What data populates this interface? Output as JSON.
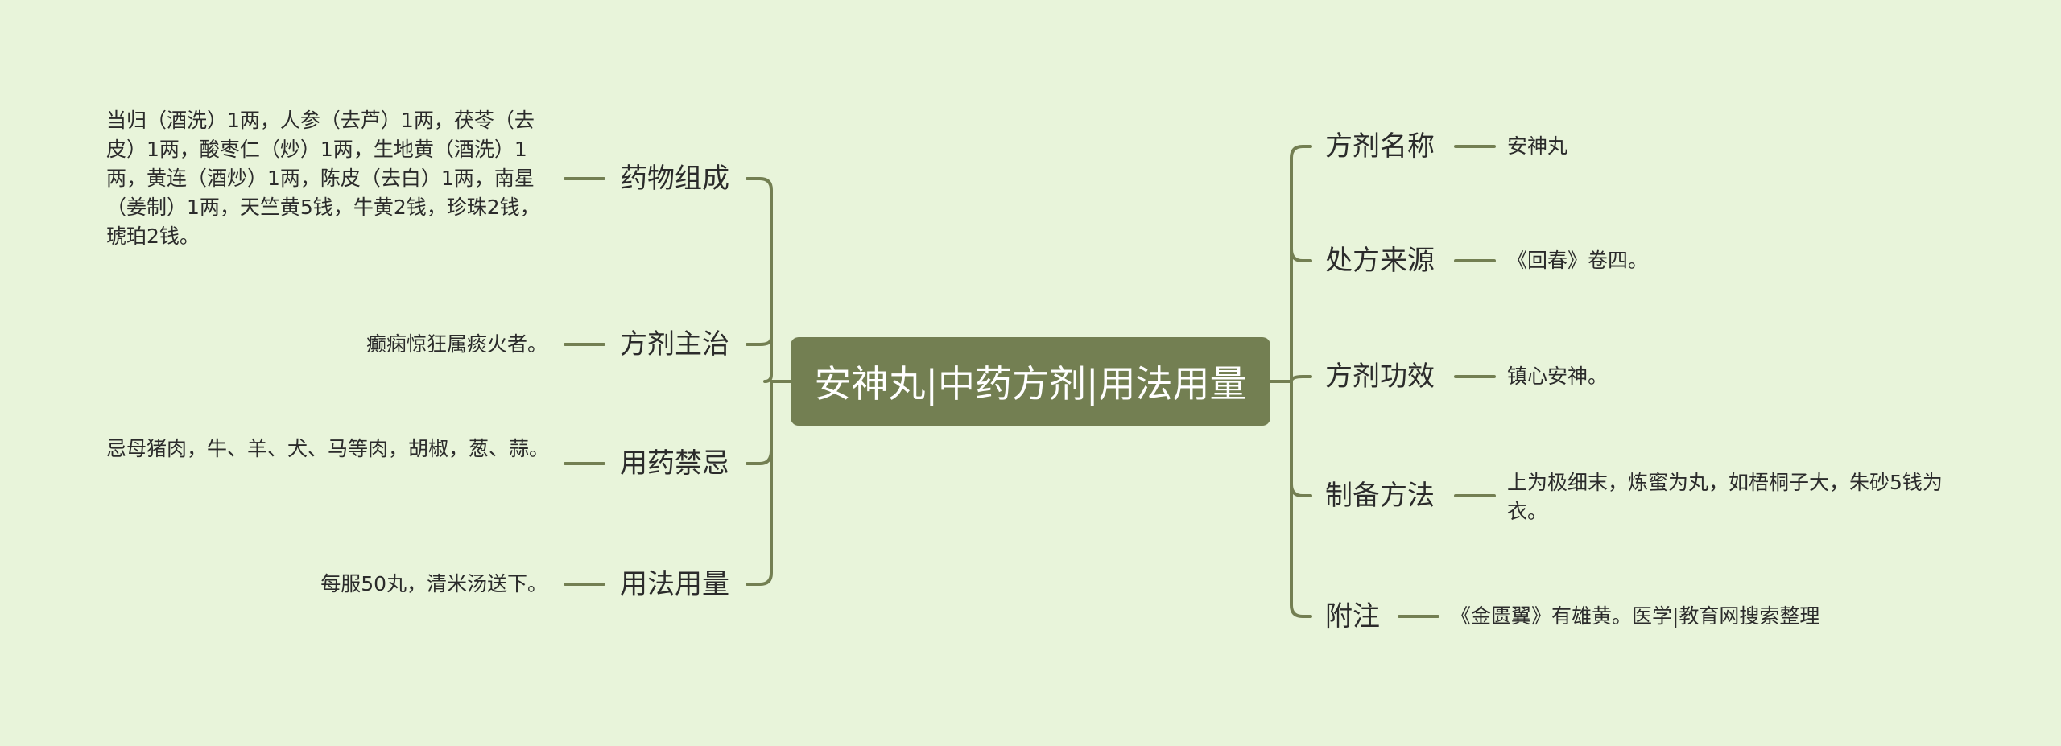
{
  "root": {
    "title": "安神丸|中药方剂|用法用量"
  },
  "left_branches": [
    {
      "label": "药物组成",
      "text": "当归（酒洗）1两，人参（去芦）1两，茯苓（去皮）1两，酸枣仁（炒）1两，生地黄（酒洗）1两，黄连（酒炒）1两，陈皮（去白）1两，南星（姜制）1两，天竺黄5钱，牛黄2钱，珍珠2钱，琥珀2钱。"
    },
    {
      "label": "方剂主治",
      "text": "癫痫惊狂属痰火者。"
    },
    {
      "label": "用药禁忌",
      "text": "忌母猪肉，牛、羊、犬、马等肉，胡椒，葱、蒜。"
    },
    {
      "label": "用法用量",
      "text": "每服50丸，清米汤送下。"
    }
  ],
  "right_branches": [
    {
      "label": "方剂名称",
      "text": "安神丸"
    },
    {
      "label": "处方来源",
      "text": "《回春》卷四。"
    },
    {
      "label": "方剂功效",
      "text": "镇心安神。"
    },
    {
      "label": "制备方法",
      "text": "上为极细末，炼蜜为丸，如梧桐子大，朱砂5钱为衣。"
    },
    {
      "label": "附注",
      "text": "《金匮翼》有雄黄。医学|教育网搜索整理"
    }
  ],
  "colors": {
    "background": "#e8f4da",
    "root_fill": "#737f52",
    "line": "#737f52"
  }
}
